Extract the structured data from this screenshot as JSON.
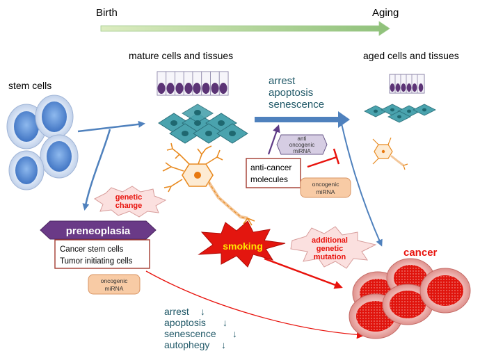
{
  "timeline": {
    "start": "Birth",
    "end": "Aging"
  },
  "labels": {
    "stem_cells": "stem cells",
    "mature": "mature cells and tissues",
    "aged": "aged cells and tissues",
    "preneoplasia": "preneoplasia",
    "smoking": "smoking",
    "cancer": "cancer"
  },
  "top_process": [
    "arrest",
    "apoptosis",
    "senescence"
  ],
  "bottom_process": [
    {
      "text": "arrest",
      "arrow": "↓"
    },
    {
      "text": "apoptosis",
      "arrow": "↓"
    },
    {
      "text": "senescence",
      "arrow": "↓"
    },
    {
      "text": "autophegy",
      "arrow": "↓"
    }
  ],
  "bursts": {
    "genetic_change": [
      "genetic",
      "change"
    ],
    "additional_mutation": [
      "additional",
      "genetic",
      "mutation"
    ]
  },
  "boxes": {
    "anti_cancer": [
      "anti-cancer",
      "molecules"
    ],
    "cancer_stem": [
      "Cancer stem cells",
      "Tumor initiating cells"
    ]
  },
  "tags": {
    "anti_oncogenic": [
      "anti",
      "oncogenic",
      "miRNA"
    ],
    "oncogenic_right": [
      "oncogenic",
      "miRNA"
    ],
    "oncogenic_left": [
      "oncogenic",
      "miRNA"
    ]
  },
  "colors": {
    "timeline_start": "#d8ebb8",
    "timeline_end": "#8fc17a",
    "flow_blue": "#4f81bd",
    "text_teal": "#215968",
    "cancer_red": "#e8120c",
    "smoking_fill": "#e3160f",
    "smoking_text": "#ffe500",
    "preneoplasia": "#6a3a87",
    "tag_orange": "#f8cba5",
    "tag_purple": "#d6cde3",
    "neuron": "#e88a20",
    "cell_blue": "#6f9fd9",
    "tissue_teal": "#4aa3ae",
    "columnar": "#5c3476",
    "box_border": "#a33a2f"
  }
}
